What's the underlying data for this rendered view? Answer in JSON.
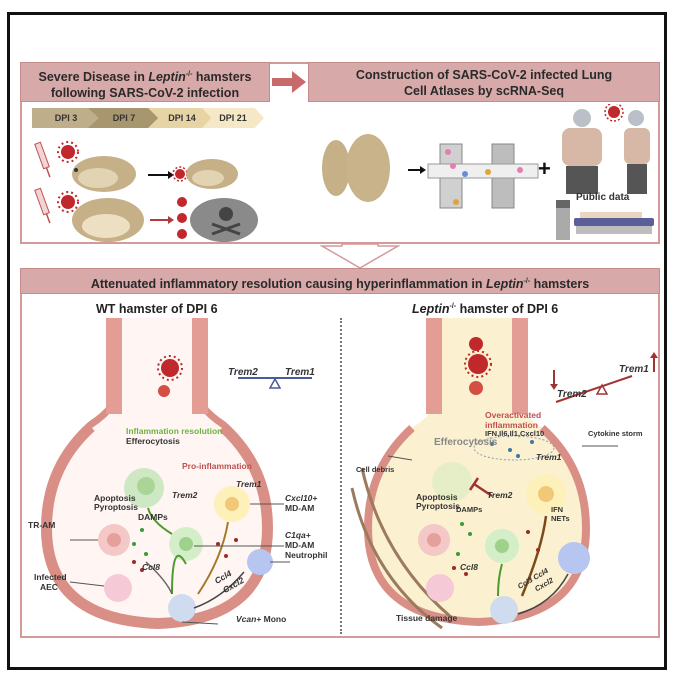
{
  "top_left": {
    "title_line1_pre": "Severe Disease in ",
    "title_gene": "Leptin",
    "title_sup": "-/-",
    "title_line1_post": " hamsters",
    "title_line2": "following SARS-CoV-2 infection",
    "timeline": [
      "DPI 3",
      "DPI 7",
      "DPI 14",
      "DPI 21"
    ],
    "timeline_colors": [
      "#bfae8a",
      "#a8966e",
      "#e6d4a4",
      "#f5e8c6"
    ]
  },
  "top_right": {
    "title_line1": "Construction  of SARS-CoV-2 infected Lung",
    "title_line2": "Cell Atlases by scRNA-Seq",
    "plus": "+",
    "public_data": "Public data"
  },
  "bottom": {
    "title_pre": "Attenuated inflammatory resolution causing hyperinflammation in ",
    "title_gene": "Leptin",
    "title_sup": "-/-",
    "title_post": " hamsters",
    "wt": {
      "title": "WT hamster of DPI 6",
      "trem2": "Trem2",
      "trem1": "Trem1",
      "inflammation_resolution": "Inflammation resolution",
      "efferocytosis": "Efferocytosis",
      "pro_inflammation": "Pro-inflammation",
      "apoptosis": "Apoptosis",
      "pyroptosis": "Pyroptosis",
      "damps": "DAMPs",
      "trem2_cell": "Trem2",
      "trem1_cell": "Trem1",
      "cxcl10": "Cxcl10+",
      "md_am_1": "MD-AM",
      "c1qa": "C1qa+",
      "md_am_2": "MD-AM",
      "neutrophil": "Neutrophil",
      "tr_am": "TR-AM",
      "infected": "Infected",
      "aec": "AEC",
      "ccl8": "Ccl8",
      "ccl4": "Ccl4",
      "cxcl2": "Cxcl2",
      "vcan_gene": "Vcan",
      "vcan_post": "+ Mono"
    },
    "lep": {
      "title_gene": "Leptin",
      "title_sup": "-/-",
      "title_post": " hamster of DPI 6",
      "trem2": "Trem2",
      "trem1": "Trem1",
      "overactivated": "Overactivated",
      "inflammation": "inflammation",
      "cytokines": "IFN,Il6,Il1,Cxcl10",
      "cytokine_storm": "Cytokine storm",
      "efferocytosis": "Efferocytosis",
      "trem1_cell": "Trem1",
      "cell_debris": "Cell debris",
      "apoptosis": "Apoptosis",
      "pyroptosis": "Pyroptosis",
      "damps": "DAMPs",
      "trem2_cell": "Trem2",
      "ifn": "IFN",
      "nets": "NETs",
      "ccl8": "Ccl8",
      "ccl3_ccl4": "Ccl3 Ccl4",
      "cxcl2": "Cxcl2",
      "tissue_damage": "Tissue damage"
    }
  },
  "colors": {
    "header_bg": "#d8a9a9",
    "panel_border": "#d49a9a",
    "tissue": "#d98e86",
    "virus": "#c0282c",
    "resolution_green": "#6db33f",
    "pro_red": "#c0504d",
    "lep_lumen": "#fbf0cf"
  }
}
